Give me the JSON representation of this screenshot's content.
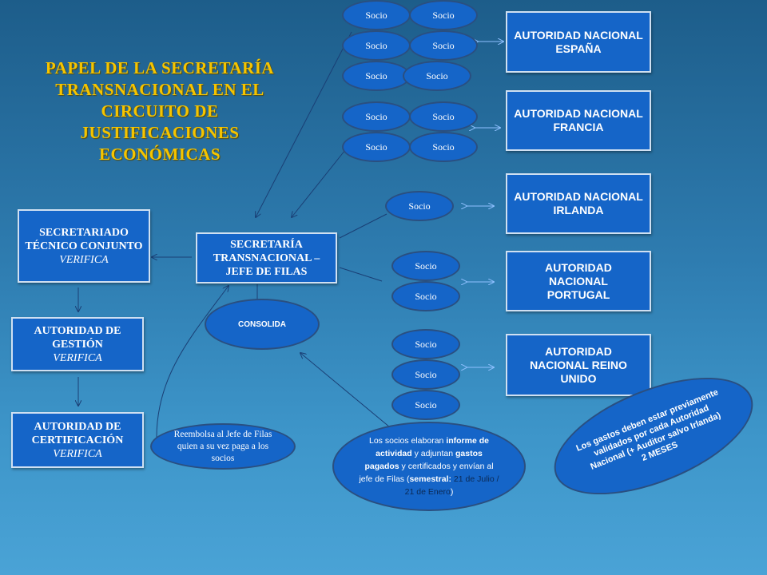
{
  "title": "PAPEL DE LA SECRETARÍA TRANSNACIONAL EN EL CIRCUITO DE JUSTIFICACIONES ECONÓMICAS",
  "left_boxes": {
    "stc": {
      "label": "SECRETARIADO TÉCNICO CONJUNTO",
      "sub": "VERIFICA"
    },
    "gestion": {
      "label": "AUTORIDAD DE GESTIÓN",
      "sub": "VERIFICA"
    },
    "certificacion": {
      "label": "AUTORIDAD DE CERTIFICACIÓN",
      "sub": "VERIFICA"
    }
  },
  "secretaria": "SECRETARÍA TRANSNACIONAL – JEFE DE FILAS",
  "consolida": "CONSOLIDA",
  "socio_label": "Socio",
  "authorities": [
    "AUTORIDAD NACIONAL ESPAÑA",
    "AUTORIDAD NACIONAL FRANCIA",
    "AUTORIDAD NACIONAL IRLANDA",
    "AUTORIDAD NACIONAL PORTUGAL",
    "AUTORIDAD NACIONAL REINO UNIDO"
  ],
  "notes": {
    "reembolsa": "Reembolsa  al Jefe de Filas quien a su vez paga a los socios",
    "socios_elaboran": {
      "p1": "Los socios elaboran",
      "p2": "informe de actividad",
      "p3": " y adjuntan ",
      "p4": "gastos pagados",
      "p5": " y certificados y envían al jefe de Filas (",
      "p6": "semestral:",
      "p7": " 21 de Julio / 21 de Enero",
      "p8": ")"
    },
    "gastos": "Los gastos deben estar previamente validados por cada Autoridad Nacional (+ Auditor salvo Irlanda)",
    "gastos_plazo": "2 MESES"
  }
}
